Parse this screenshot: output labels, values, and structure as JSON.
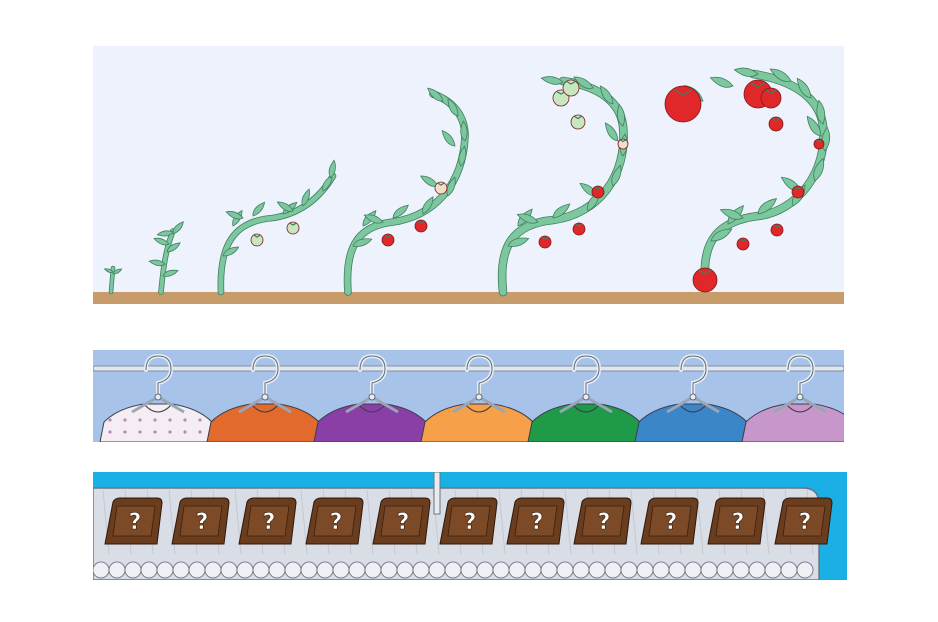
{
  "illustration": {
    "panels": [
      {
        "id": "plants",
        "subject": "tomato plant growth stages",
        "stages": 6
      },
      {
        "id": "closet",
        "subject": "shirts on hangers",
        "shirt_colors": [
          "#f4eef4",
          "#e26a2c",
          "#8a3fa6",
          "#f6a04a",
          "#1f9a48",
          "#3b86c8",
          "#c797cc"
        ]
      },
      {
        "id": "conveyor",
        "subject": "chocolate bars on conveyor belt",
        "bar_count": 11,
        "mark": "?"
      }
    ],
    "colors": {
      "sky": "#eef2fc",
      "soil": "#c79b6a",
      "stem": "#7cc79e",
      "tomato_red": "#e0282a",
      "tomato_green": "#c8e6c0",
      "closet_bg": "#a7c3ea",
      "rod": "#9fb0c4",
      "conveyor_bg": "#1ab0e6",
      "belt": "#d9dde6",
      "chocolate": "#6a3d1f"
    },
    "marks": {
      "hanger_hook": "?",
      "chocolate_mark": "?"
    }
  }
}
